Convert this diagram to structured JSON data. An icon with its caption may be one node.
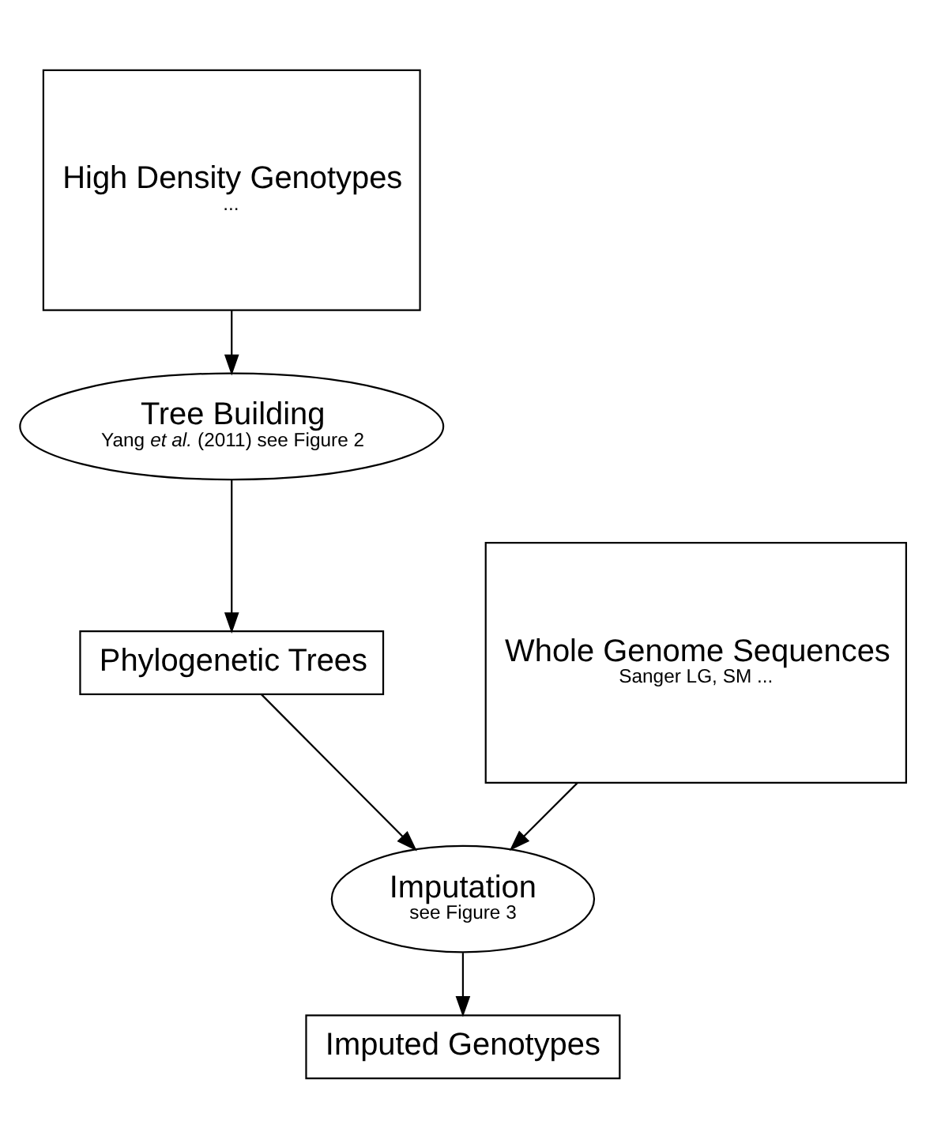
{
  "diagram": {
    "nodes": [
      {
        "text": [
          "High Density Genotypes",
          "..."
        ]
      },
      {
        "text": [
          "Tree Building",
          "Yang *et al.* (2011) see Figure 2"
        ]
      },
      {
        "text": [
          "Phylogenetic Trees"
        ]
      },
      {
        "text": [
          "Whole Genome Sequences",
          "Sanger LG, SM ..."
        ]
      },
      {
        "text": [
          "Imputation",
          "see Figure 3"
        ]
      },
      {
        "text": [
          "Imputed Genotypes"
        ]
      }
    ],
    "edges": [
      {
        "from": 0,
        "to": 1,
        "arrow": "to"
      },
      {
        "from": 1,
        "to": 2,
        "arrow": "to"
      },
      {
        "from": 3,
        "to": 4,
        "arrow": "to"
      },
      {
        "from": 2,
        "to": 4,
        "arrow": "to"
      },
      {
        "from": 4,
        "to": 5,
        "arrow": "to"
      }
    ]
  }
}
